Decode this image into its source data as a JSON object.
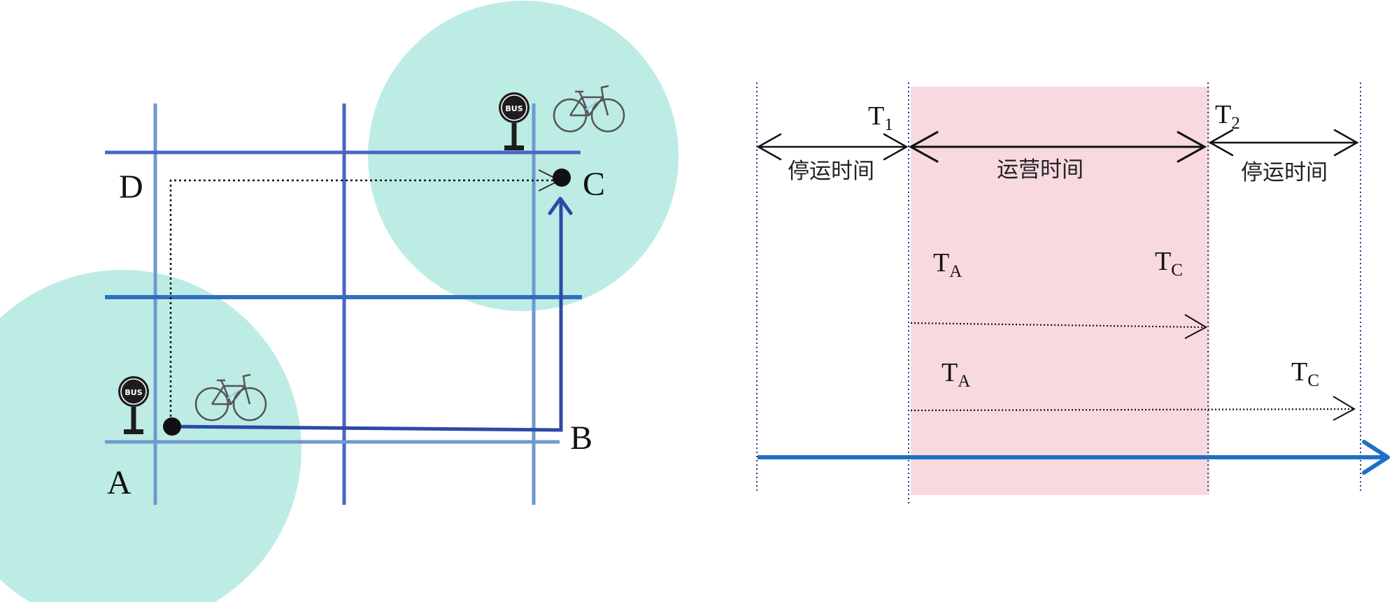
{
  "colors": {
    "zone_fill": "#bdece5",
    "road_dark": "#4a66c4",
    "road_light": "#6d9ad0",
    "road_mid": "#2f6fc0",
    "route": "#2d4aa6",
    "operating_band": "#f8d9e0",
    "time_axis": "#1f6fc4",
    "boundary": "#2a3d8f",
    "text": "#111111"
  },
  "map": {
    "points": {
      "a": "A",
      "b": "B",
      "c": "C",
      "d": "D"
    },
    "bus_sign": "BUS",
    "icons": [
      "bus-stop-icon",
      "bicycle-icon"
    ]
  },
  "timeline": {
    "t1": {
      "base": "T",
      "sub": "1"
    },
    "t2": {
      "base": "T",
      "sub": "2"
    },
    "stop_left": "停运时间",
    "operating": "运营时间",
    "stop_right": "停运时间",
    "trip1": {
      "start": {
        "base": "T",
        "sub": "A"
      },
      "end": {
        "base": "T",
        "sub": "C"
      }
    },
    "trip2": {
      "start": {
        "base": "T",
        "sub": "A"
      },
      "end": {
        "base": "T",
        "sub": "C"
      }
    }
  }
}
